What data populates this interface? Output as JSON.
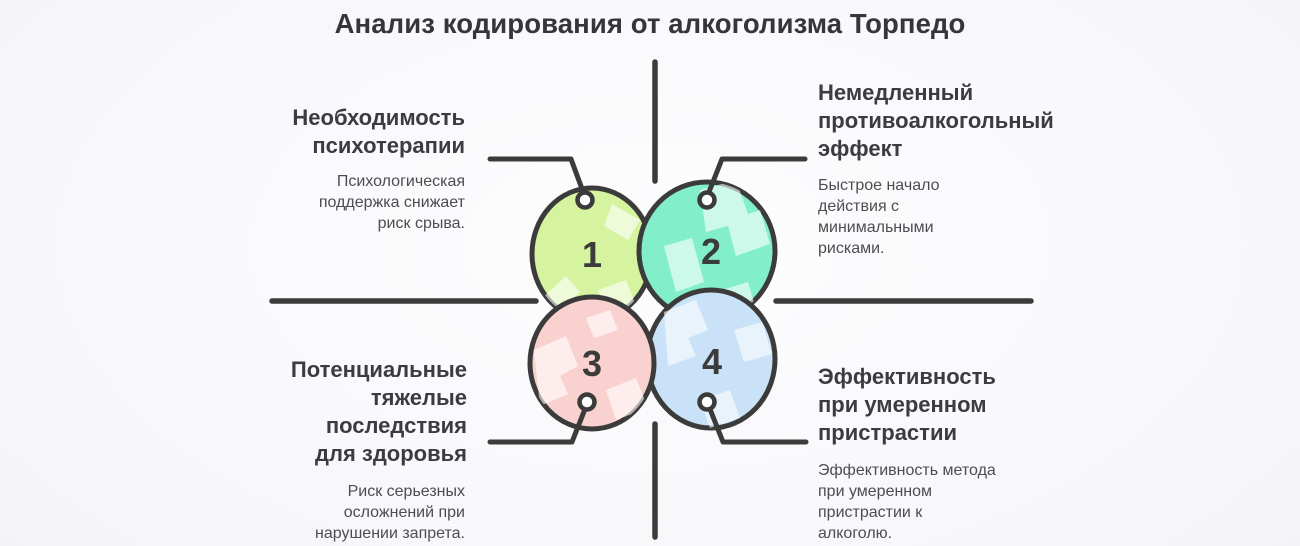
{
  "title": "Анализ кодирования от алкоголизма Торпедо",
  "circles": [
    {
      "number": "1",
      "fill": "#d6f3a0"
    },
    {
      "number": "2",
      "fill": "#82efca"
    },
    {
      "number": "3",
      "fill": "#f9d2d0"
    },
    {
      "number": "4",
      "fill": "#c9e2f8"
    }
  ],
  "quadrants": [
    {
      "heading": "Необходимость\nпсихотерапии",
      "description": "Психологическая\nподдержка снижает\nриск срыва."
    },
    {
      "heading": "Немедленный\nпротивоалкогольный\nэффект",
      "description": "Быстрое начало\nдействия с\nминимальными\nрисками."
    },
    {
      "heading": "Потенциальные\nтяжелые\nпоследствия\nдля здоровья",
      "description": "Риск серьезных\nосложнений при\nнарушении запрета."
    },
    {
      "heading": "Эффективность\nпри умеренном\nпристрастии",
      "description": "Эффективность метода\nпри умеренном\nпристрастии к\nалкоголю."
    }
  ]
}
